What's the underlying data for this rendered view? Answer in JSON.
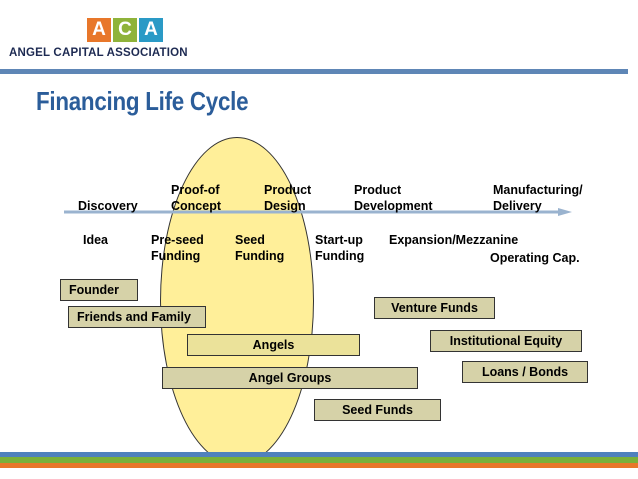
{
  "logo": {
    "letters": [
      "A",
      "C",
      "A"
    ],
    "colors": [
      "#e8772a",
      "#8fb33a",
      "#2a9ac6"
    ],
    "name": "ANGEL CAPITAL ASSOCIATION"
  },
  "title": "Financing Life Cycle",
  "stages": [
    {
      "id": "discovery",
      "text": "Discovery"
    },
    {
      "id": "proof",
      "text": "Proof-of\nConcept"
    },
    {
      "id": "product-design",
      "text": "Product\nDesign"
    },
    {
      "id": "product-dev",
      "text": "Product\nDevelopment"
    },
    {
      "id": "manufacturing",
      "text": "Manufacturing/\nDelivery"
    }
  ],
  "rounds": [
    {
      "id": "idea",
      "text": "Idea"
    },
    {
      "id": "pre-seed",
      "text": "Pre-seed\nFunding"
    },
    {
      "id": "seed",
      "text": "Seed\nFunding"
    },
    {
      "id": "startup",
      "text": "Start-up\nFunding"
    },
    {
      "id": "expansion",
      "text": "Expansion/Mezzanine"
    },
    {
      "id": "operating",
      "text": "Operating Cap."
    }
  ],
  "sources": [
    {
      "id": "founder",
      "text": "Founder"
    },
    {
      "id": "friends-family",
      "text": "Friends and Family"
    },
    {
      "id": "venture-funds",
      "text": "Venture Funds"
    },
    {
      "id": "angels",
      "text": "Angels"
    },
    {
      "id": "institutional-equity",
      "text": "Institutional Equity"
    },
    {
      "id": "loans-bonds",
      "text": "Loans / Bonds"
    },
    {
      "id": "angel-groups",
      "text": "Angel Groups"
    },
    {
      "id": "seed-funds",
      "text": "Seed Funds"
    }
  ],
  "colors": {
    "title": "#2b5d9a",
    "rule": "#5e86b6",
    "ellipse": "#ffef99",
    "bar_tan": "#d6d2a8",
    "bar_yellow": "#ebe29a",
    "arrow": "#9ab3cf",
    "stripe_blue": "#4f81bd",
    "stripe_green": "#7ab03a",
    "stripe_orange": "#e8772a"
  }
}
